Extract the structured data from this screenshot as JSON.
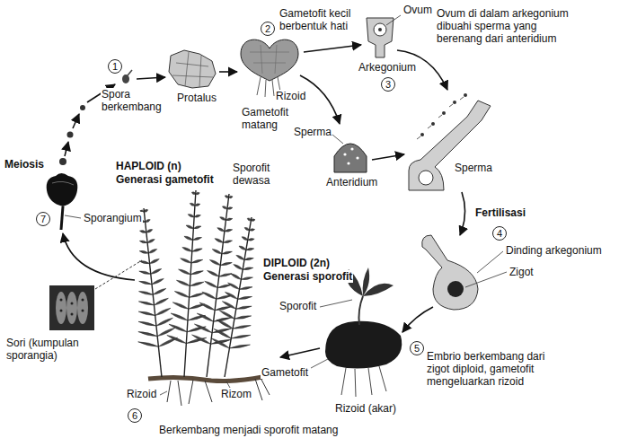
{
  "diagram": {
    "nodes": [
      {
        "text": [
          "1"
        ]
      },
      {
        "text": [
          "2"
        ]
      },
      {
        "text": [
          "3"
        ]
      },
      {
        "text": [
          "4"
        ]
      },
      {
        "text": [
          "5"
        ]
      },
      {
        "text": [
          "6"
        ]
      },
      {
        "text": [
          "7"
        ]
      }
    ],
    "labels": [
      "Spora berkembang",
      "Protalus",
      "Gametofit kecil berbentuk hati",
      "Rizoid",
      "Gametofit matang",
      "Ovum",
      "Arkegonium",
      "Ovum di dalam arkegonium dibuahi sperma yang berenang dari anteridium",
      "Sperma",
      "Anteridium",
      "Sperma",
      "HAPLOID (n)",
      "Generasi gametofit",
      "Fertilisasi",
      "Dinding arkegonium",
      "Zigot",
      "Meiosis",
      "Sporangium",
      "Sporofit dewasa",
      "DIPLOID (2n)",
      "Generasi sporofit",
      "Sori (kumpulan sporangia)",
      "Sporofit",
      "Gametofit",
      "Embrio berkembang dari zigot diploid, gametofit mengeluarkan rizoid",
      "Rizoid",
      "Rizom",
      "Rizoid (akar)",
      "Berkembang menjadi sporofit matang"
    ]
  }
}
